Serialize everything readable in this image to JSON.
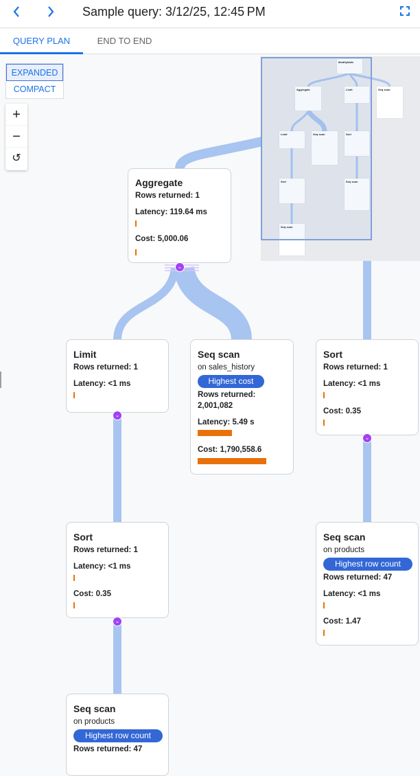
{
  "header": {
    "title": "Sample query: 3/12/25, 12:45 PM",
    "back_icon": "chevron-left-icon",
    "forward_icon": "chevron-right-icon",
    "fullscreen_icon": "fullscreen-icon"
  },
  "tabs": [
    {
      "label": "QUERY PLAN",
      "active": true
    },
    {
      "label": "END TO END",
      "active": false
    }
  ],
  "view_toggle": {
    "expanded": "EXPANDED",
    "compact": "COMPACT",
    "selected": "EXPANDED"
  },
  "zoom_controls": {
    "zoom_in": "+",
    "zoom_out": "−",
    "reset": "↺"
  },
  "colors": {
    "accent": "#1a73e8",
    "edge": "#a8c4f0",
    "bar": "#e8710a",
    "badge": "#3367d6",
    "chevron": "#a142f4"
  },
  "nodes": {
    "aggregate": {
      "title": "Aggregate",
      "rows": "Rows returned: 1",
      "latency": "Latency: 119.64 ms",
      "cost": "Cost: 5,000.06"
    },
    "limit": {
      "title": "Limit",
      "rows": "Rows returned: 1",
      "latency": "Latency: <1 ms"
    },
    "seqscan_sales": {
      "title": "Seq scan",
      "on": "on sales_history",
      "badge": "Highest cost",
      "rows": "Rows returned:",
      "rows_value": "2,001,082",
      "latency": "Latency: 5.49 s",
      "cost": "Cost: 1,790,558.6"
    },
    "sort_right": {
      "title": "Sort",
      "rows": "Rows returned: 1",
      "latency": "Latency: <1 ms",
      "cost": "Cost: 0.35"
    },
    "sort_left": {
      "title": "Sort",
      "rows": "Rows returned: 1",
      "latency": "Latency: <1 ms",
      "cost": "Cost: 0.35"
    },
    "seqscan_products_right": {
      "title": "Seq scan",
      "on": "on products",
      "badge": "Highest row count",
      "rows": "Rows returned: 47",
      "latency": "Latency: <1 ms",
      "cost": "Cost: 1.47"
    },
    "seqscan_products_bottom": {
      "title": "Seq scan",
      "on": "on products",
      "badge": "Highest row count",
      "rows": "Rows returned: 47"
    }
  },
  "minimap": {
    "nodes": [
      "Modifytable",
      "Aggregate",
      "Limit",
      "Seq scan",
      "Limit",
      "Seq scan",
      "Sort",
      "Sort",
      "Seq scan",
      "Seq scan"
    ]
  }
}
